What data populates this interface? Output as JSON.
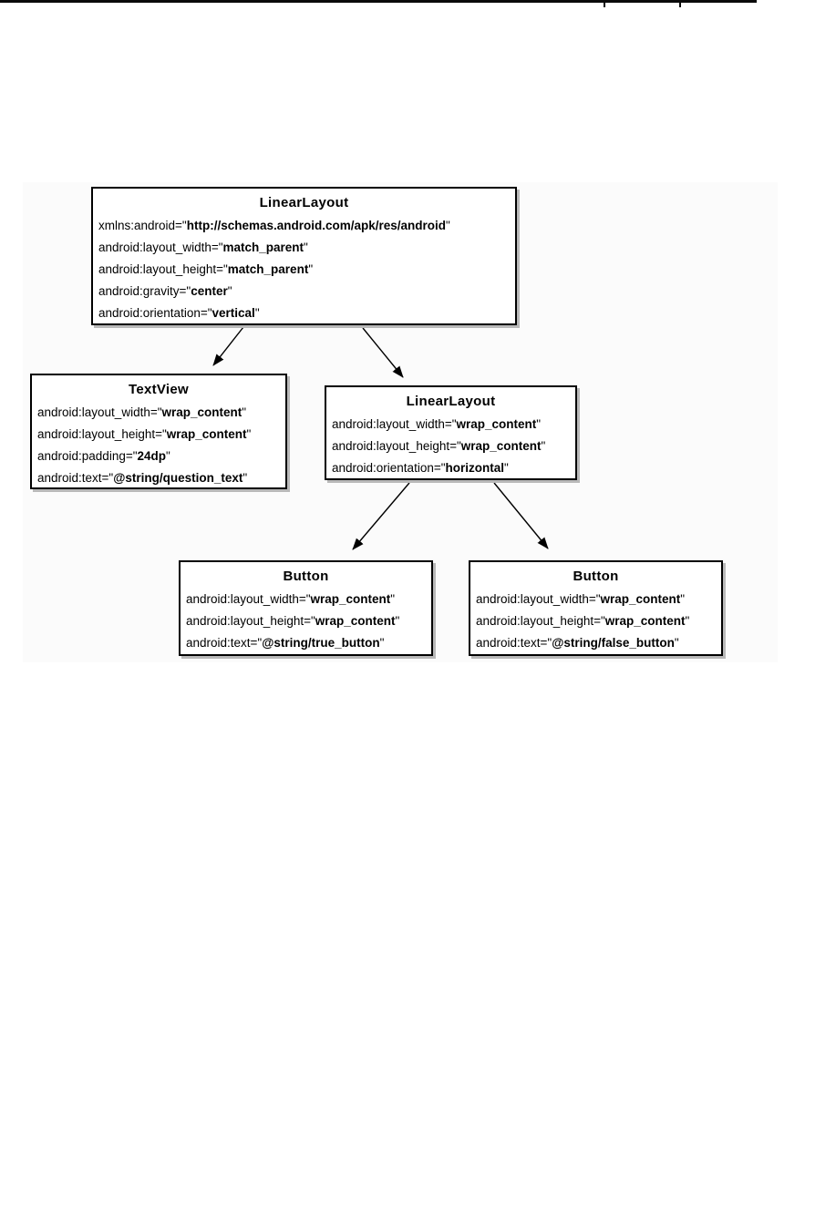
{
  "diagram": {
    "description": "Android layout XML hierarchy diagram",
    "attr_format": {
      "assign_open": "=\"",
      "close": "\""
    },
    "nodes": [
      {
        "id": "root-linearlayout",
        "title": "LinearLayout",
        "attributes": [
          {
            "name": "xmlns:android",
            "value": "http://schemas.android.com/apk/res/android"
          },
          {
            "name": "android:layout_width",
            "value": "match_parent"
          },
          {
            "name": "android:layout_height",
            "value": "match_parent"
          },
          {
            "name": "android:gravity",
            "value": "center"
          },
          {
            "name": "android:orientation",
            "value": "vertical"
          }
        ]
      },
      {
        "id": "textview",
        "title": "TextView",
        "attributes": [
          {
            "name": "android:layout_width",
            "value": "wrap_content"
          },
          {
            "name": "android:layout_height",
            "value": "wrap_content"
          },
          {
            "name": "android:padding",
            "value": "24dp"
          },
          {
            "name": "android:text",
            "value": "@string/question_text"
          }
        ]
      },
      {
        "id": "inner-linearlayout",
        "title": "LinearLayout",
        "attributes": [
          {
            "name": "android:layout_width",
            "value": "wrap_content"
          },
          {
            "name": "android:layout_height",
            "value": "wrap_content"
          },
          {
            "name": "android:orientation",
            "value": "horizontal"
          }
        ]
      },
      {
        "id": "button-true",
        "title": "Button",
        "attributes": [
          {
            "name": "android:layout_width",
            "value": "wrap_content"
          },
          {
            "name": "android:layout_height",
            "value": "wrap_content"
          },
          {
            "name": "android:text",
            "value": "@string/true_button"
          }
        ]
      },
      {
        "id": "button-false",
        "title": "Button",
        "attributes": [
          {
            "name": "android:layout_width",
            "value": "wrap_content"
          },
          {
            "name": "android:layout_height",
            "value": "wrap_content"
          },
          {
            "name": "android:text",
            "value": "@string/false_button"
          }
        ]
      }
    ],
    "edges": [
      {
        "from": "root-linearlayout",
        "to": "textview"
      },
      {
        "from": "root-linearlayout",
        "to": "inner-linearlayout"
      },
      {
        "from": "inner-linearlayout",
        "to": "button-true"
      },
      {
        "from": "inner-linearlayout",
        "to": "button-false"
      }
    ],
    "colors": {
      "border": "#000000",
      "shadow": "#b9b9b9",
      "background": "#ffffff"
    }
  }
}
